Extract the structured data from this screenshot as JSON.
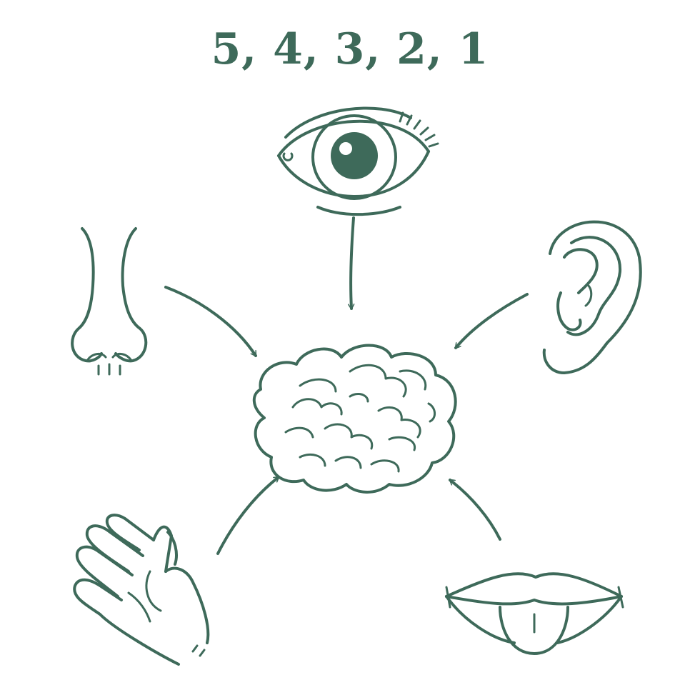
{
  "title": "5, 4, 3, 2, 1",
  "colors": {
    "line": "#3e6a5a",
    "background": "#ffffff"
  },
  "center": {
    "icon": "brain-icon"
  },
  "senses": [
    {
      "id": "sight",
      "icon": "eye-icon"
    },
    {
      "id": "hearing",
      "icon": "ear-icon"
    },
    {
      "id": "taste",
      "icon": "mouth-tongue-icon"
    },
    {
      "id": "touch",
      "icon": "hand-icon"
    },
    {
      "id": "smell",
      "icon": "nose-icon"
    }
  ]
}
